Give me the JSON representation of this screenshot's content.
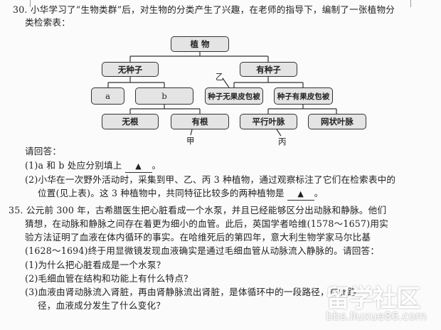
{
  "q30": {
    "line1": "30. 小华学习了“生物类群”后，对生物的分类产生了兴趣，在老师的指导下，编制了一张植物分",
    "line2": "类检索表：",
    "diagram": {
      "root": "植 物",
      "no_seed": "无种子",
      "seed": "有种子",
      "a": "a",
      "b": "b",
      "naked": "种子无果皮包被",
      "covered": "种子有果皮包被",
      "no_root": "无根",
      "root_yes": "有根",
      "parallel": "平行叶脉",
      "net": "网状叶脉",
      "label_jia": "甲",
      "label_yi": "乙",
      "label_bing": "丙"
    },
    "prompt": "请回答：",
    "sub1_pre": "(1)a 和 b 处应分别填上",
    "sub1_post": "。",
    "sub2_line1": "(2)小华在一次野外活动时，采集到甲、乙、丙 3 种植物，通过观察标注了它们在检索表中的",
    "sub2_line2_pre": "位置(见上表)。这 3 种植物中，共同特征比较多的两种植物是",
    "sub2_line2_post": "。",
    "answer_mark": "▲"
  },
  "q35": {
    "line1": "35. 公元前 300 年，古希腊医生把心脏看成一个水泵，并且已经能够区分出动脉和静脉。他们",
    "line2": "猜想，在动脉和静脉之间存在着更为细小的血管。此后，英国学者哈维(1578～1657)用实",
    "line3": "验方法证明了血液在体内循环的事实。在哈维死后的第四年，意大利生物学家马尔比基",
    "line4": "(1628～1694)终于用显微镜发现血液确实是通过毛细血管从动脉流入静脉的。请回答：",
    "sub1": "(1)为什么把心脏看成是一个水泵？",
    "sub2": "(2)毛细血管在结构和功能上有什么特点？",
    "sub3_line1": "(3)血液由肾动脉流入肾脏，再由肾静脉流出肾脏，是体循环中的一段路径，在此路",
    "sub3_line2": "径，血液成分发生了什么变化？"
  },
  "watermark": {
    "logo": "留学社区",
    "url": "bbs.liuxue86.com"
  }
}
